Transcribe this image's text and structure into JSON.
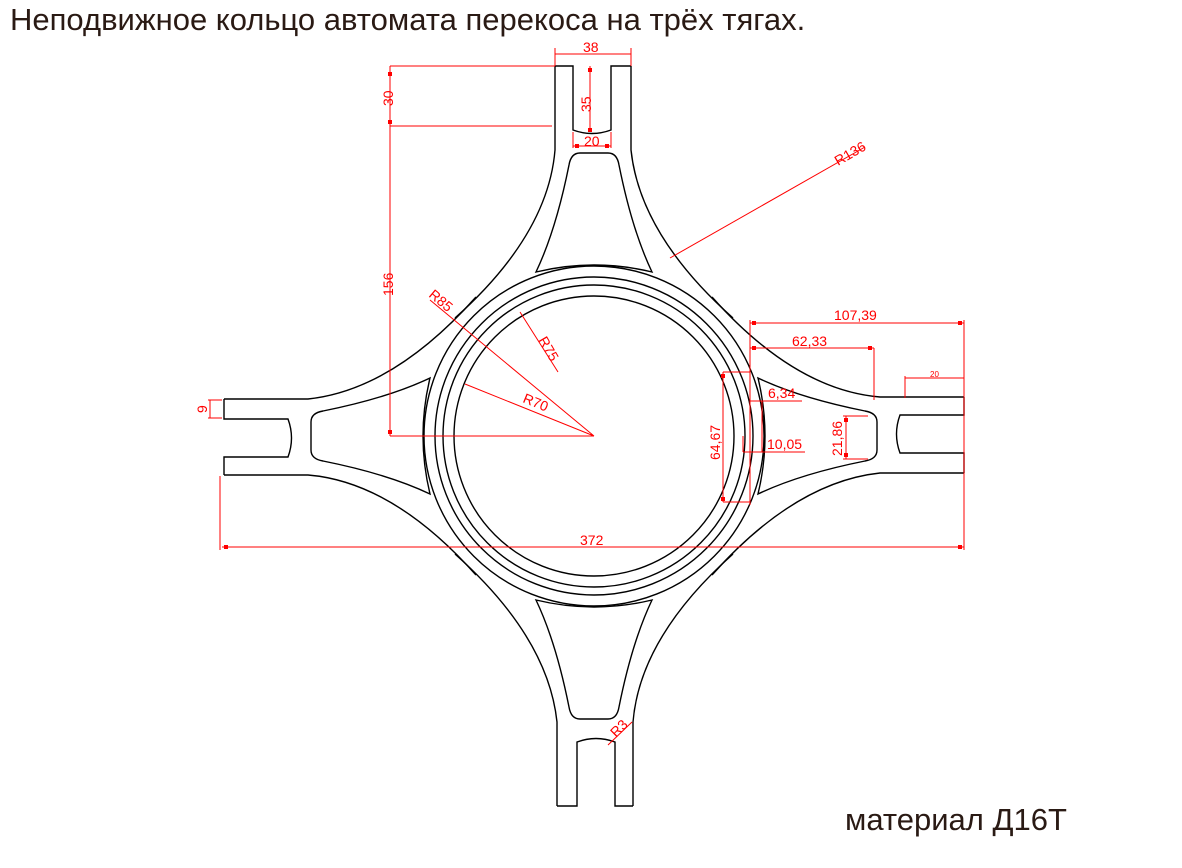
{
  "title": "Неподвижное кольцо автомата перекоса на трёх тягах.",
  "material": "материал Д16Т",
  "dimensions": {
    "top_width": "38",
    "top_slot_height": "30",
    "slot_depth": "35",
    "slot_width": "20",
    "outer_radius": "R136",
    "center_height": "156",
    "r85": "R85",
    "r75": "R75",
    "r70": "R70",
    "arm_thickness": "9",
    "right_total": "107,39",
    "right_inner": "62,33",
    "right_slot": "20",
    "offset_a": "6,34",
    "offset_b": "10,05",
    "chord": "64,67",
    "cutout_height": "21,86",
    "overall": "372",
    "fillet": "R3"
  },
  "colors": {
    "part": "#000000",
    "dimension": "#ff0000",
    "text": "#2a1a14"
  }
}
